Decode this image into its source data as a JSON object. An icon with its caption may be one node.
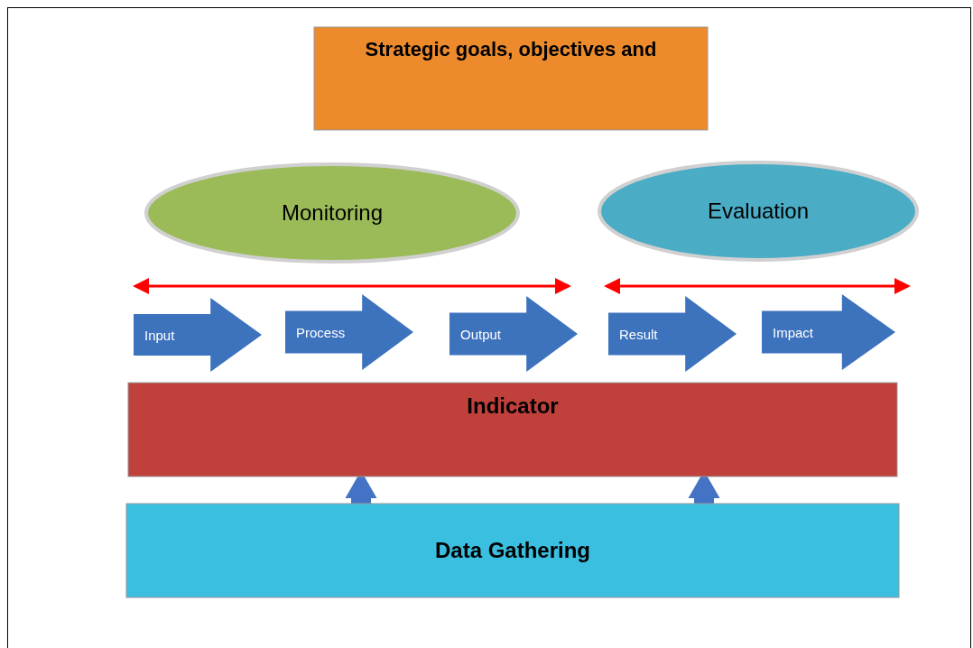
{
  "diagram": {
    "nodes": [
      {
        "text": [
          "Strategic goals, objectives and"
        ]
      },
      {
        "text": [
          "Monitoring"
        ]
      },
      {
        "text": [
          "Evaluation"
        ]
      },
      {
        "text": [
          "Input"
        ]
      },
      {
        "text": [
          "Process"
        ]
      },
      {
        "text": [
          "Output"
        ]
      },
      {
        "text": [
          "Result"
        ]
      },
      {
        "text": [
          "Impact"
        ]
      },
      {
        "text": [
          "Indicator"
        ]
      },
      {
        "text": [
          "Data Gathering"
        ]
      }
    ],
    "edges": [
      {
        "from": 9,
        "to": 8,
        "arrow": "to"
      },
      {
        "from": 9,
        "to": 8,
        "arrow": "to"
      }
    ]
  }
}
